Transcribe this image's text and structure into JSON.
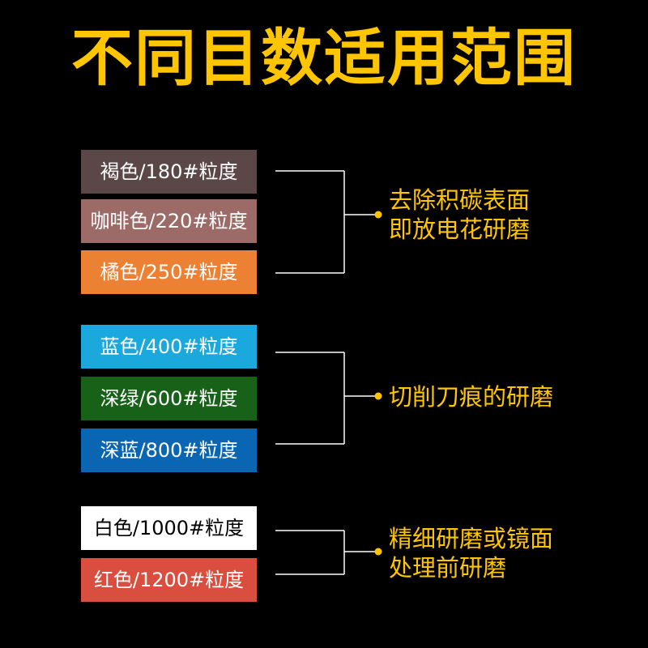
{
  "title": "不同目数适用范围",
  "groups": [
    {
      "items": [
        {
          "label": "褐色/180#粒度",
          "color": "#5B4747",
          "text_color": "#FFFFFF"
        },
        {
          "label": "咖啡色/220#粒度",
          "color": "#9C6B67",
          "text_color": "#FFFFFF"
        },
        {
          "label": "橘色/250#粒度",
          "color": "#EC8033",
          "text_color": "#FFFFFF"
        }
      ],
      "description": [
        "去除积碳表面",
        "即放电花研磨"
      ]
    },
    {
      "items": [
        {
          "label": "蓝色/400#粒度",
          "color": "#1BA8DD",
          "text_color": "#FFFFFF"
        },
        {
          "label": "深绿/600#粒度",
          "color": "#186119",
          "text_color": "#FFFFFF"
        },
        {
          "label": "深蓝/800#粒度",
          "color": "#0A65B2",
          "text_color": "#FFFFFF"
        }
      ],
      "description": [
        "切削刀痕的研磨"
      ]
    },
    {
      "items": [
        {
          "label": "白色/1000#粒度",
          "color": "#FFFFFF",
          "text_color": "#000000"
        },
        {
          "label": "红色/1200#粒度",
          "color": "#D94E3E",
          "text_color": "#FFFFFF"
        }
      ],
      "description": [
        "精细研磨或镜面",
        "处理前研磨"
      ]
    }
  ],
  "colors": {
    "accent": "#FFC500",
    "background": "#000000",
    "connector": "#FFFFFF"
  }
}
